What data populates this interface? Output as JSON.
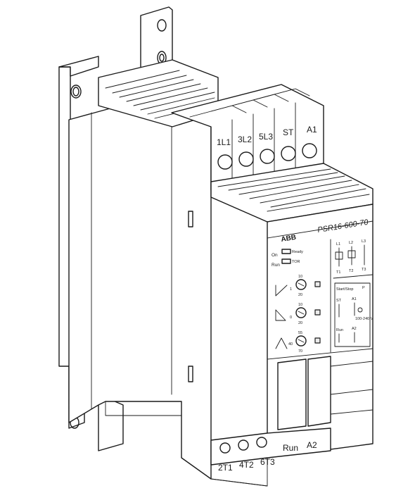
{
  "brand": {
    "logo_text": "ABB"
  },
  "device": {
    "model": "PSR16-600-70"
  },
  "top_terminals": [
    "1L1",
    "3L2",
    "5L3",
    "ST",
    "A1"
  ],
  "bottom_terminals": [
    "2T1",
    "4T2",
    "6T3",
    "Run",
    "A2"
  ],
  "indicators": {
    "on": "On",
    "ready": "Ready",
    "run": "Run",
    "tor": "TOR"
  },
  "pots": [
    {
      "top": "10",
      "left": "1",
      "bottom": "20"
    },
    {
      "top": "10",
      "left": "0",
      "bottom": "20"
    },
    {
      "top": "55",
      "left": "40",
      "bottom": "70"
    }
  ],
  "power_diagram": {
    "inputs": [
      "L1",
      "L2",
      "L3"
    ],
    "outputs": [
      "T1",
      "T2",
      "T3"
    ]
  },
  "control_diagram": {
    "start": "Start/Stop",
    "p": "P",
    "st": "ST",
    "a1": "A1",
    "supply": "100-240 V",
    "run": "Run",
    "a2": "A2"
  }
}
